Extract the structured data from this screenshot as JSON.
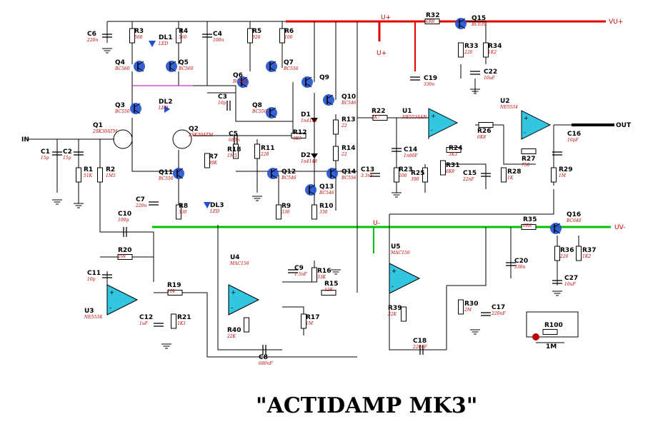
{
  "title": "\"ACTIDAMP MK3\"",
  "rails": {
    "vu_plus": "VU+",
    "vu_minus": "UV-",
    "u_plus": "U+",
    "u_minus": "U-",
    "out": "OUT",
    "in": "IN"
  },
  "components": [
    {
      "ref": "C6",
      "value": "220n"
    },
    {
      "ref": "R3",
      "value": "560"
    },
    {
      "ref": "DL1",
      "value": "LED"
    },
    {
      "ref": "R4",
      "value": "560"
    },
    {
      "ref": "C4",
      "value": "100n"
    },
    {
      "ref": "R5",
      "value": "820"
    },
    {
      "ref": "R6",
      "value": "100"
    },
    {
      "ref": "Q4",
      "value": "BC560"
    },
    {
      "ref": "Q5",
      "value": "BC560"
    },
    {
      "ref": "Q7",
      "value": "BC556"
    },
    {
      "ref": "Q6",
      "value": "BC556"
    },
    {
      "ref": "Q9",
      "value": ""
    },
    {
      "ref": "Q10",
      "value": "BC546"
    },
    {
      "ref": "Q3",
      "value": "BC550"
    },
    {
      "ref": "DL2",
      "value": "LED"
    },
    {
      "ref": "C3",
      "value": "10p"
    },
    {
      "ref": "Q8",
      "value": "BC556"
    },
    {
      "ref": "D1",
      "value": "1n4148"
    },
    {
      "ref": "R13",
      "value": "22"
    },
    {
      "ref": "Q1",
      "value": "2SK30ATM"
    },
    {
      "ref": "Q2",
      "value": "2SK30ATM"
    },
    {
      "ref": "C5",
      "value": "680n"
    },
    {
      "ref": "R12",
      "value": "3K3"
    },
    {
      "ref": "R18",
      "value": "1M5"
    },
    {
      "ref": "R11",
      "value": "220"
    },
    {
      "ref": "D2",
      "value": "1n4148"
    },
    {
      "ref": "R14",
      "value": "22"
    },
    {
      "ref": "R7",
      "value": "39K"
    },
    {
      "ref": "C1",
      "value": "15p"
    },
    {
      "ref": "C2",
      "value": "15p"
    },
    {
      "ref": "R1",
      "value": "51K"
    },
    {
      "ref": "R2",
      "value": "1M5"
    },
    {
      "ref": "Q11",
      "value": "BC550"
    },
    {
      "ref": "Q12",
      "value": "BC546"
    },
    {
      "ref": "Q14",
      "value": "BC556"
    },
    {
      "ref": "Q13",
      "value": "BC546"
    },
    {
      "ref": "C7",
      "value": "220n"
    },
    {
      "ref": "R8",
      "value": "330"
    },
    {
      "ref": "DL3",
      "value": "LED"
    },
    {
      "ref": "R9",
      "value": "330"
    },
    {
      "ref": "R10",
      "value": "330"
    },
    {
      "ref": "R32",
      "value": "6R8"
    },
    {
      "ref": "Q15",
      "value": "BC639"
    },
    {
      "ref": "R33",
      "value": "220"
    },
    {
      "ref": "R34",
      "value": "1K2"
    },
    {
      "ref": "C22",
      "value": "10uF"
    },
    {
      "ref": "C19",
      "value": "330n"
    },
    {
      "ref": "R22",
      "value": "2K7"
    },
    {
      "ref": "U1",
      "value": "NE5534AN"
    },
    {
      "ref": "R26",
      "value": "6K8"
    },
    {
      "ref": "U2",
      "value": "NE5534"
    },
    {
      "ref": "C14",
      "value": "1n06F"
    },
    {
      "ref": "R24",
      "value": "3K3"
    },
    {
      "ref": "C13",
      "value": "3.3nF"
    },
    {
      "ref": "R23",
      "value": "200"
    },
    {
      "ref": "R25",
      "value": "390"
    },
    {
      "ref": "R31",
      "value": "6K8"
    },
    {
      "ref": "C15",
      "value": "22nF"
    },
    {
      "ref": "R28",
      "value": "1K"
    },
    {
      "ref": "R27",
      "value": "750"
    },
    {
      "ref": "R29",
      "value": "1M"
    },
    {
      "ref": "C16",
      "value": "10pF"
    },
    {
      "ref": "C10",
      "value": "100p"
    },
    {
      "ref": "R20",
      "value": "10k"
    },
    {
      "ref": "C11",
      "value": "10p"
    },
    {
      "ref": "R19",
      "value": "10k"
    },
    {
      "ref": "U3",
      "value": "NE5534"
    },
    {
      "ref": "C12",
      "value": "1uF"
    },
    {
      "ref": "R21",
      "value": "1K1"
    },
    {
      "ref": "U4",
      "value": "MAC156"
    },
    {
      "ref": "C9",
      "value": "1.5nF"
    },
    {
      "ref": "R16",
      "value": "33K"
    },
    {
      "ref": "R15",
      "value": "12K"
    },
    {
      "ref": "R17",
      "value": "1M"
    },
    {
      "ref": "R40",
      "value": "22K"
    },
    {
      "ref": "C8",
      "value": "680nF"
    },
    {
      "ref": "U5",
      "value": "MAC156"
    },
    {
      "ref": "R35",
      "value": "6R8"
    },
    {
      "ref": "Q16",
      "value": "BC640"
    },
    {
      "ref": "C20",
      "value": "330n"
    },
    {
      "ref": "R36",
      "value": "220"
    },
    {
      "ref": "R37",
      "value": "1K2"
    },
    {
      "ref": "C27",
      "value": "10uF"
    },
    {
      "ref": "R30",
      "value": "2M"
    },
    {
      "ref": "C17",
      "value": "220nF"
    },
    {
      "ref": "R39",
      "value": "22K"
    },
    {
      "ref": "C18",
      "value": "220nF"
    },
    {
      "ref": "R100",
      "value": "1M"
    }
  ],
  "colors": {
    "wire": "#000000",
    "vu_plus_rail": "#e00000",
    "vu_minus_rail": "#00c000",
    "opamp": "#33c6e0",
    "transistor": "#1040c0",
    "label_value": "#c00000"
  }
}
